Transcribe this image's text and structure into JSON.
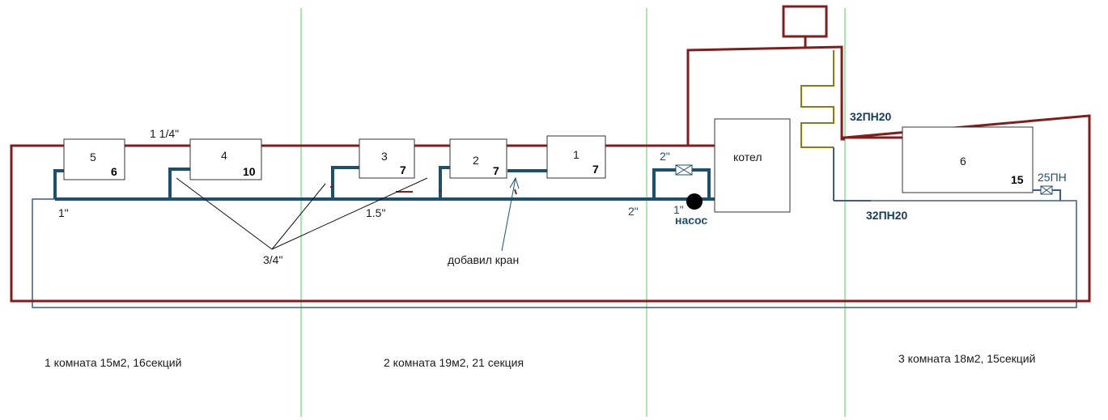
{
  "colors": {
    "supply_pipe": "#7e1f1f",
    "return_pipe": "#1f5068",
    "outline_blue": "#3e5c8a",
    "room_divider": "#5cc85c",
    "heat_exchanger": "#8a7a1a"
  },
  "radiators": [
    {
      "id": "5",
      "sections": "6"
    },
    {
      "id": "4",
      "sections": "10"
    },
    {
      "id": "3",
      "sections": "7"
    },
    {
      "id": "2",
      "sections": "7"
    },
    {
      "id": "1",
      "sections": "7"
    },
    {
      "id": "6",
      "sections": "15"
    }
  ],
  "boiler": {
    "label": "котел"
  },
  "pump": {
    "label": "насос"
  },
  "pipe_labels": {
    "supply_main": "1 1/4\"",
    "return_left": "1\"",
    "return_mid": "1.5\"",
    "branch": "3/4\"",
    "bypass_top": "2\"",
    "return_2in": "2\"",
    "pump_1in": "1\"",
    "pn_top": "32ПН20",
    "pn_bottom": "32ПН20",
    "pn_small": "25ПН"
  },
  "annotations": {
    "added_valve": "добавил кран"
  },
  "rooms": [
    "1 комната 15м2, 16секций",
    "2 комната 19м2, 21 секция",
    "3 комната 18м2, 15секций"
  ]
}
